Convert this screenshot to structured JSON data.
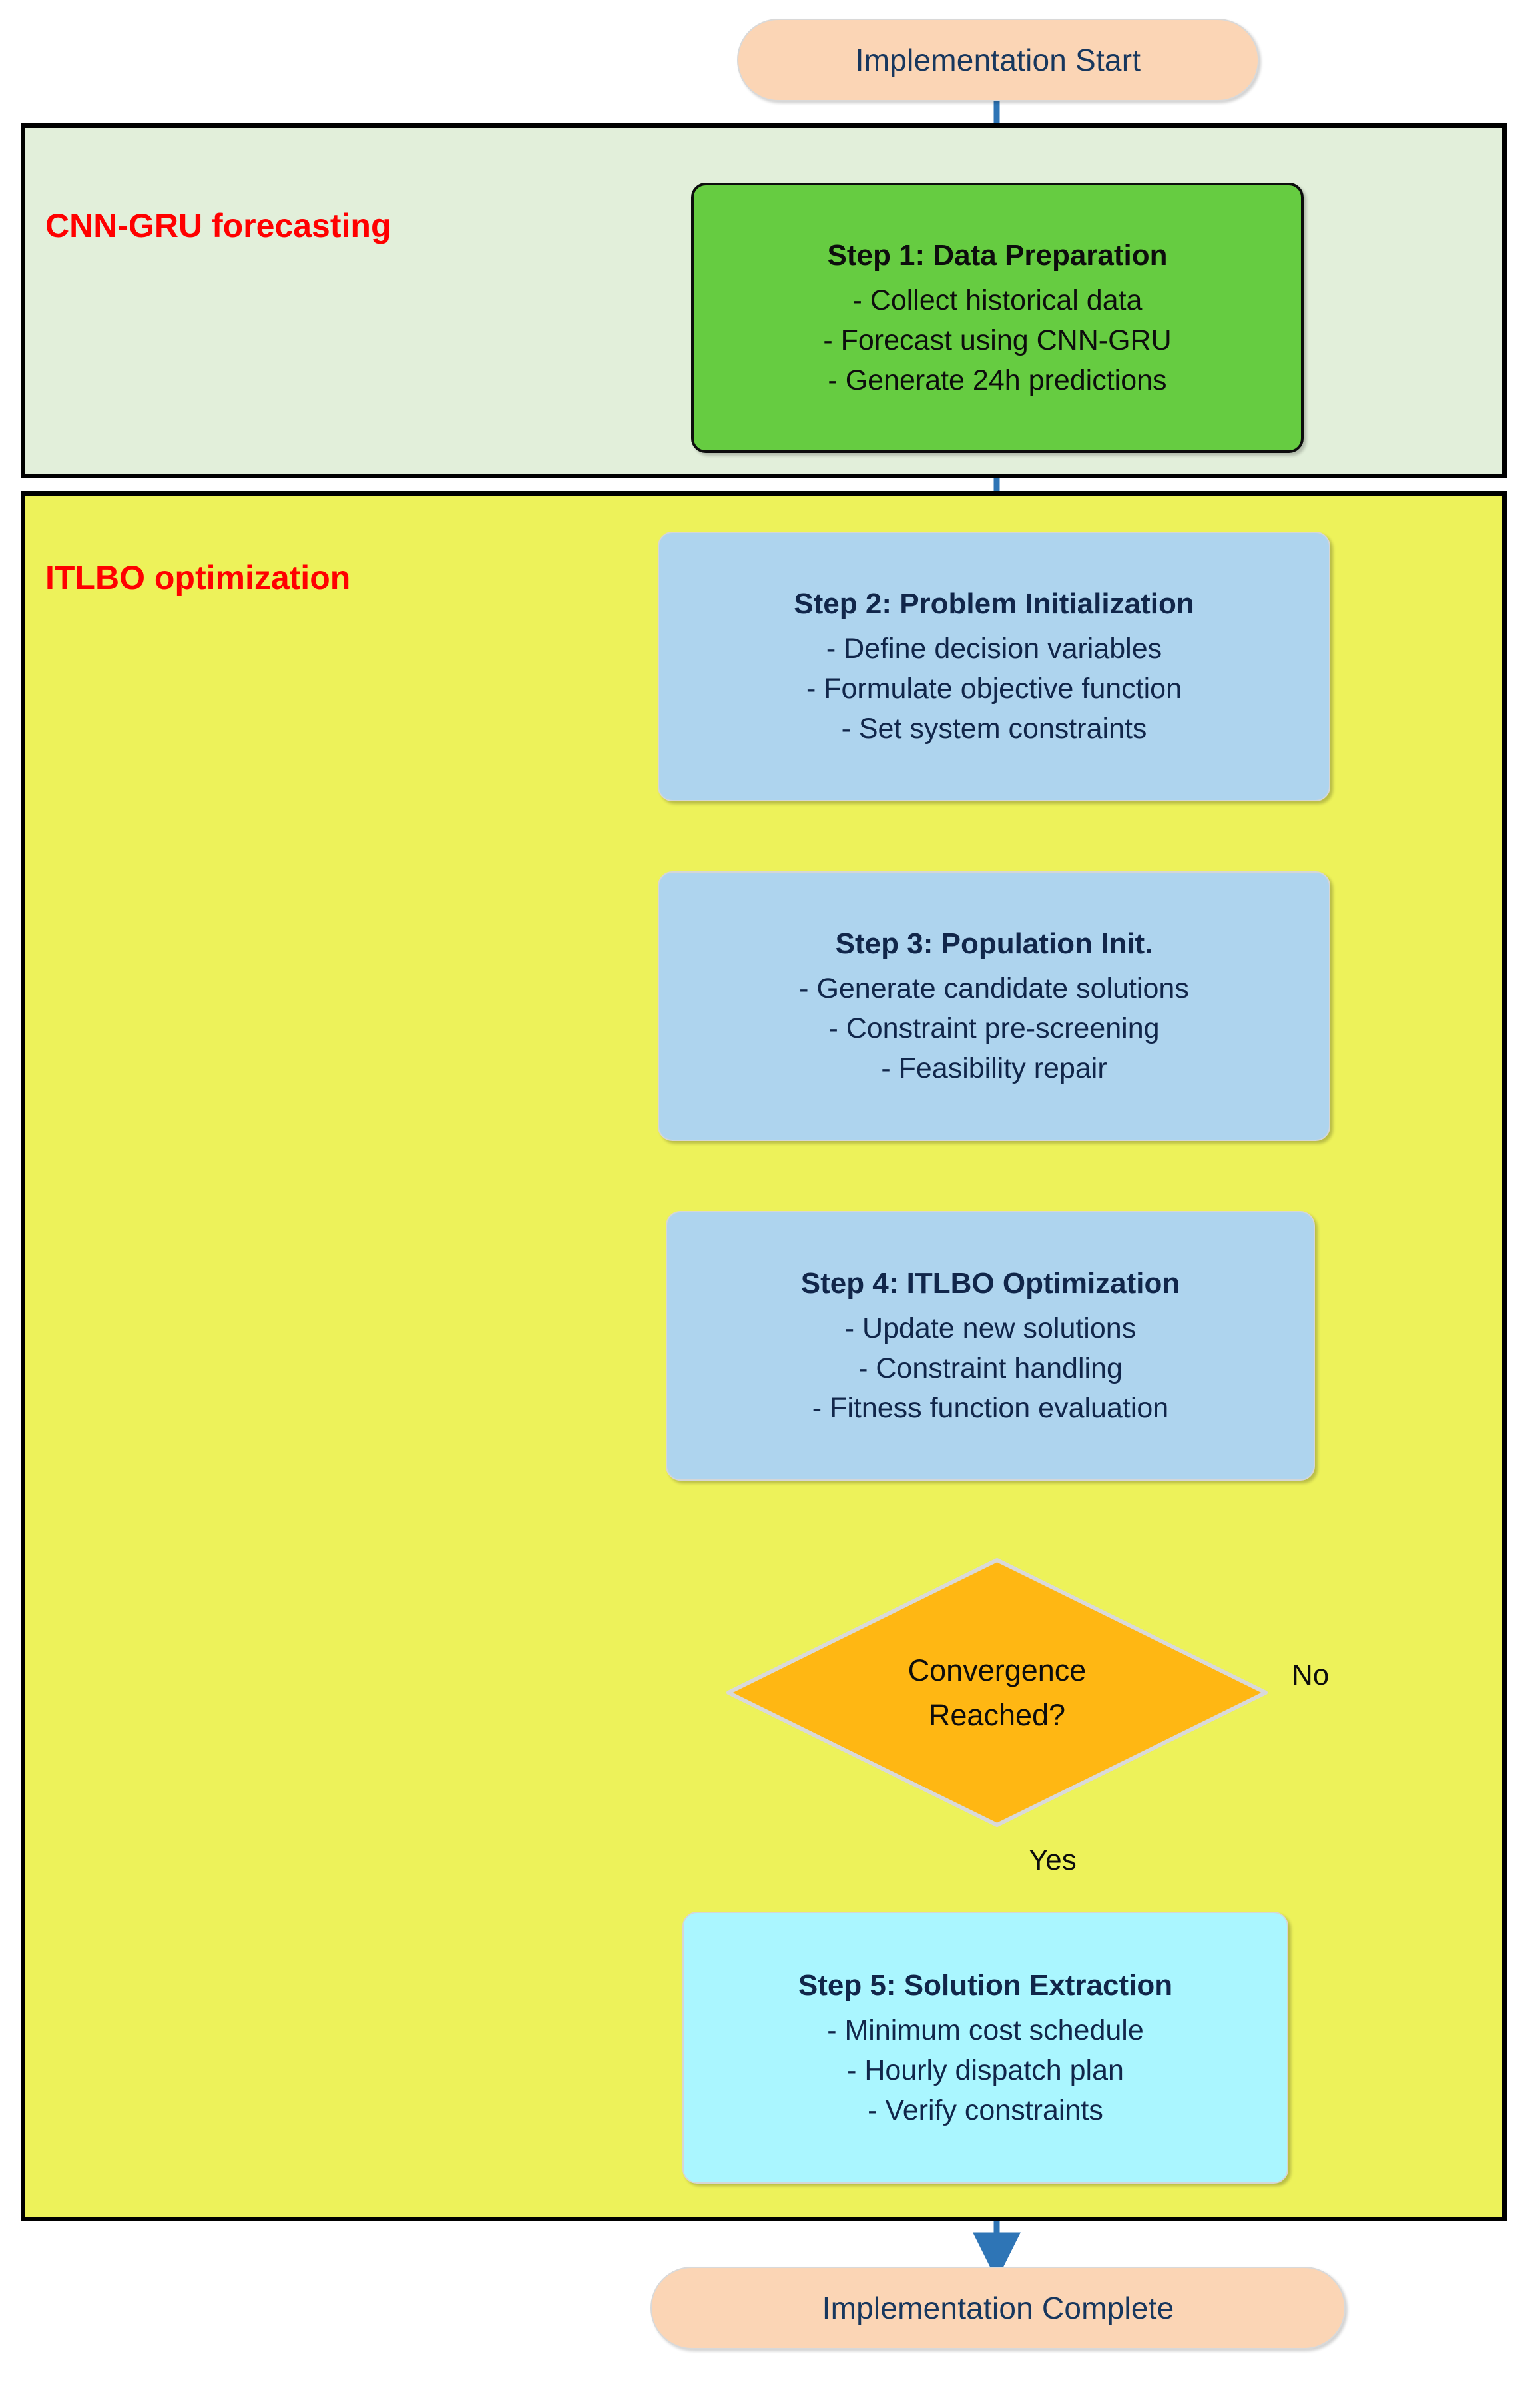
{
  "colors": {
    "arrow": "#2E75B6",
    "start_end_fill": "#FBD5B5",
    "panel_green": "#E2EFDA",
    "panel_yellow": "#EDF25A",
    "step1_fill": "#66CC41",
    "step_blue_fill": "#AED4EE",
    "step5_fill": "#AAF6FF",
    "decision_fill": "#FFB713",
    "label_red": "#FF0000",
    "text_dark": "#0D0D0D"
  },
  "start_node": {
    "label": "Implementation Start"
  },
  "end_node": {
    "label": "Implementation Complete"
  },
  "panels": [
    {
      "id": "cnn-gru",
      "title": "CNN-GRU forecasting"
    },
    {
      "id": "itlbo",
      "title": "ITLBO optimization"
    }
  ],
  "steps": [
    {
      "id": "step1",
      "title": "Step 1: Data Preparation",
      "bullets": [
        "- Collect historical data",
        "- Forecast using CNN-GRU",
        "- Generate 24h predictions"
      ]
    },
    {
      "id": "step2",
      "title": "Step 2: Problem Initialization",
      "bullets": [
        "- Define decision variables",
        "- Formulate objective function",
        "- Set system constraints"
      ]
    },
    {
      "id": "step3",
      "title": "Step 3: Population Init.",
      "bullets": [
        "- Generate candidate solutions",
        "- Constraint pre-screening",
        "- Feasibility repair"
      ]
    },
    {
      "id": "step4",
      "title": "Step 4: ITLBO Optimization",
      "bullets": [
        "- Update new solutions",
        "- Constraint handling",
        "- Fitness function evaluation"
      ]
    },
    {
      "id": "step5",
      "title": "Step 5: Solution Extraction",
      "bullets": [
        "- Minimum cost schedule",
        "- Hourly dispatch plan",
        "- Verify constraints"
      ]
    }
  ],
  "decision": {
    "line1": "Convergence",
    "line2": "Reached?",
    "yes_label": "Yes",
    "no_label": "No"
  }
}
